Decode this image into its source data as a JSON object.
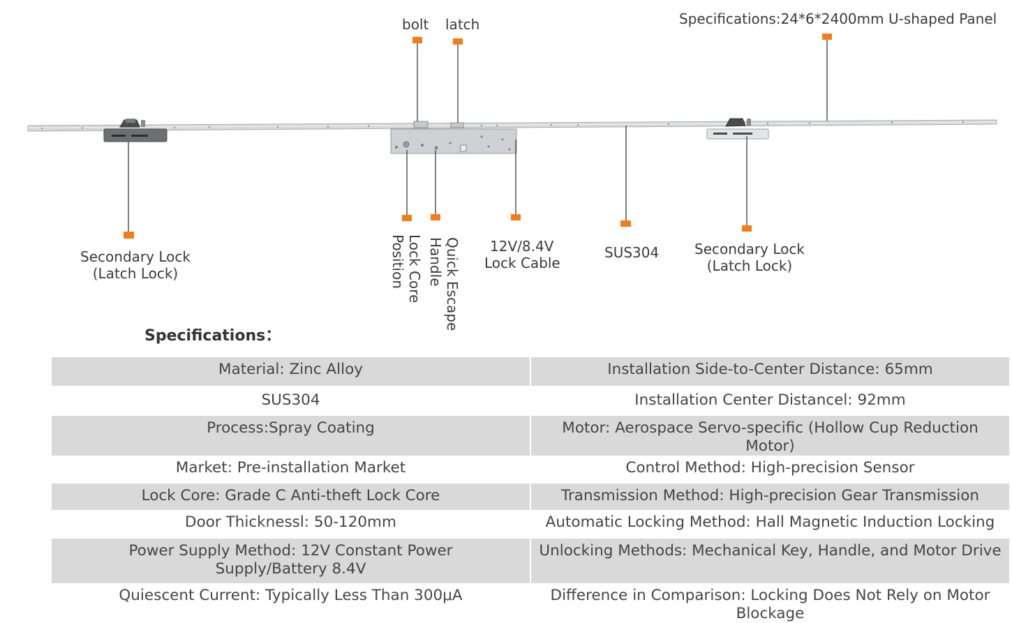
{
  "colors": {
    "marker": "#f57c14",
    "leader": "#555555",
    "rail": "#d4d6d9",
    "housing": "#cfd1d4",
    "table_shade": "#d9d9d9"
  },
  "callouts": {
    "bolt": "bolt",
    "latch": "latch",
    "specification_panel": "Specifications:24*6*2400mm  U-shaped Panel",
    "secondary_lock_left": [
      "Secondary Lock",
      "(Latch Lock)"
    ],
    "lock_core_position": [
      "Lock Core",
      "Position"
    ],
    "quick_escape_handle": [
      "Quick Escape",
      "Handle"
    ],
    "lock_cable": [
      "12V/8.4V",
      "Lock Cable"
    ],
    "sus304": "SUS304",
    "secondary_lock_right": [
      "Secondary Lock",
      "(Latch Lock)"
    ]
  },
  "specifications": {
    "heading": "Specifications：",
    "rows": [
      [
        "Material: Zinc Alloy",
        "Installation Side-to-Center Distance: 65mm"
      ],
      [
        "SUS304",
        "Installation Center Distancel: 92mm"
      ],
      [
        "Process:Spray Coating",
        "Motor: Aerospace Servo-specific (Hollow Cup Reduction Motor)"
      ],
      [
        "Market: Pre-installation Market",
        "Control Method: High-precision Sensor"
      ],
      [
        "Lock Core: Grade C Anti-theft Lock Core",
        "Transmission Method: High-precision Gear Transmission"
      ],
      [
        "Door Thicknessl: 50-120mm",
        "Automatic Locking Method: Hall Magnetic Induction Locking"
      ],
      [
        "Power Supply Method: 12V Constant Power Supply/Battery 8.4V",
        "Unlocking Methods: Mechanical Key, Handle, and Motor Drive"
      ],
      [
        "Quiescent Current: Typically Less Than 300μA",
        "Difference in Comparison: Locking Does Not Rely on Motor Blockage"
      ]
    ]
  }
}
